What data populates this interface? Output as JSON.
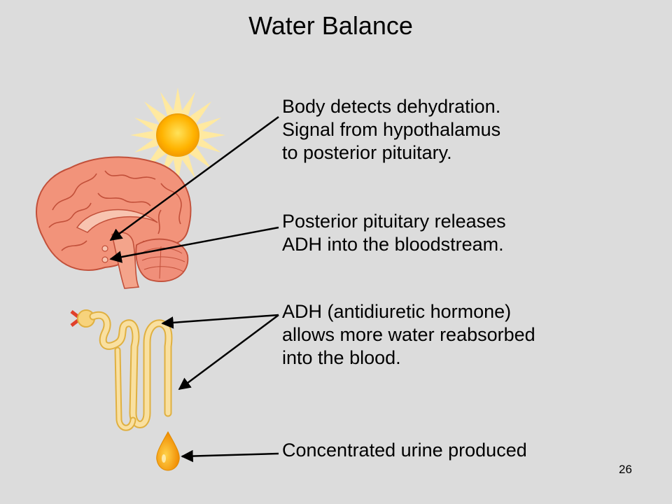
{
  "slide": {
    "title": "Water Balance",
    "page_number": "26"
  },
  "steps": [
    {
      "lines": [
        "Body detects dehydration.",
        "Signal from hypothalamus",
        "to posterior pituitary."
      ]
    },
    {
      "lines": [
        "Posterior pituitary releases",
        "ADH into the bloodstream."
      ]
    },
    {
      "lines": [
        "ADH (antidiuretic hormone)",
        "allows more water reabsorbed",
        "into the blood."
      ]
    },
    {
      "lines": [
        "Concentrated urine produced"
      ]
    }
  ],
  "colors": {
    "background": "#dcdcdc",
    "brain": "#f2937a",
    "sun": "#ffb800",
    "kidney_tubule": "#f7d37c",
    "urine_drop": "#f5a81c",
    "arrows": "#000000"
  },
  "icons": [
    "sun-icon",
    "brain-icon",
    "nephron-icon",
    "urine-drop-icon"
  ]
}
